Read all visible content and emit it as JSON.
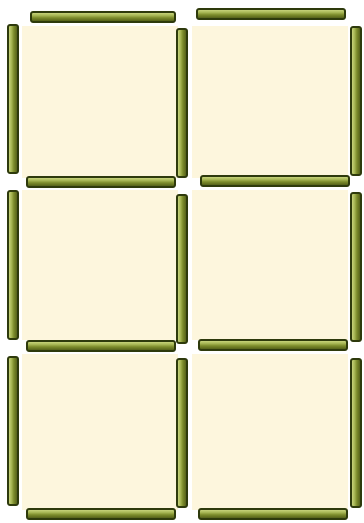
{
  "puzzle": {
    "type": "matchstick-grid",
    "rows": 3,
    "cols": 2,
    "cell_count": 6,
    "stick_count": 17
  },
  "colors": {
    "background": "#ffffff",
    "cell_fill": "#fdf6dd",
    "stick_light": "#c6d27a",
    "stick_mid": "#7d8c2c",
    "stick_dark": "#2e3a0c"
  }
}
